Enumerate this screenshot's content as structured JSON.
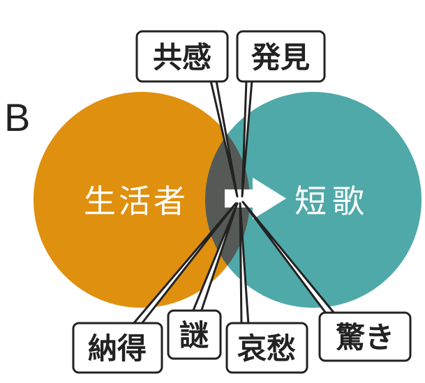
{
  "panel_label": "B",
  "left_circle": {
    "label": "生活者",
    "color": "#e0900f"
  },
  "right_circle": {
    "label": "短歌",
    "color": "#50a9a9"
  },
  "overlap_color": "#555a56",
  "callouts": [
    {
      "id": "kyokan",
      "text": "共感"
    },
    {
      "id": "hakken",
      "text": "発見"
    },
    {
      "id": "nattoku",
      "text": "納得"
    },
    {
      "id": "nazo",
      "text": "謎"
    },
    {
      "id": "aishu",
      "text": "哀愁"
    },
    {
      "id": "odoroki",
      "text": "驚き"
    }
  ]
}
